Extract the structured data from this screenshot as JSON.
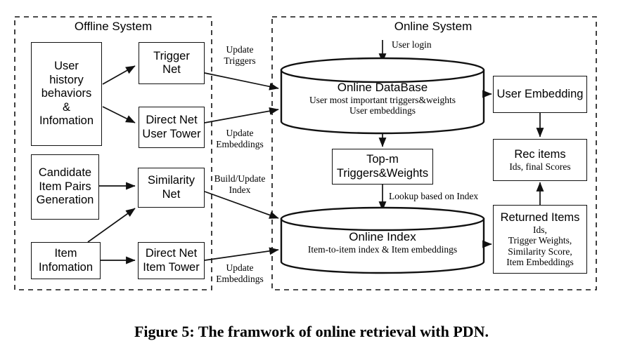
{
  "figure": {
    "caption": "Figure 5: The framwork of online retrieval with PDN."
  },
  "panels": [
    {
      "id": "offline",
      "title": "Offline System"
    },
    {
      "id": "online",
      "title": "Online System"
    }
  ],
  "nodes": {
    "user_history": {
      "title": "User\nhistory\nbehaviors\n&\nInfomation"
    },
    "trigger_net": {
      "title": "Trigger\nNet"
    },
    "direct_net_user_tower": {
      "title": "Direct Net\nUser Tower"
    },
    "candidate_item_pairs": {
      "title": "Candidate\nItem Pairs\nGeneration"
    },
    "similarity_net": {
      "title": "Similarity\nNet"
    },
    "item_information": {
      "title": "Item\nInfomation"
    },
    "direct_net_item_tower": {
      "title": "Direct Net\nItem Tower"
    },
    "online_database": {
      "title": "Online DataBase",
      "sub": "User most important triggers&weights\nUser embeddings"
    },
    "top_m": {
      "title": "Top-m\nTriggers&Weights"
    },
    "online_index": {
      "title": "Online Index",
      "sub": "Item-to-item index & Item embeddings"
    },
    "user_embedding": {
      "title": "User Embedding"
    },
    "rec_items": {
      "title": "Rec items",
      "sub": "Ids, final Scores"
    },
    "returned_items": {
      "title": "Returned Items",
      "sub": "Ids,\nTrigger Weights,\nSimilarity Score,\nItem Embeddings"
    }
  },
  "edge_labels": {
    "update_triggers": "Update\nTriggers",
    "update_embeddings_user": "Update\nEmbeddings",
    "build_update_index": "Build/Update\nIndex",
    "update_embeddings_item": "Update\nEmbeddings",
    "user_login": "User login",
    "lookup_based_on_index": "Lookup based on Index"
  },
  "colors": {
    "stroke": "#111111",
    "background": "#ffffff",
    "text": "#000000"
  }
}
